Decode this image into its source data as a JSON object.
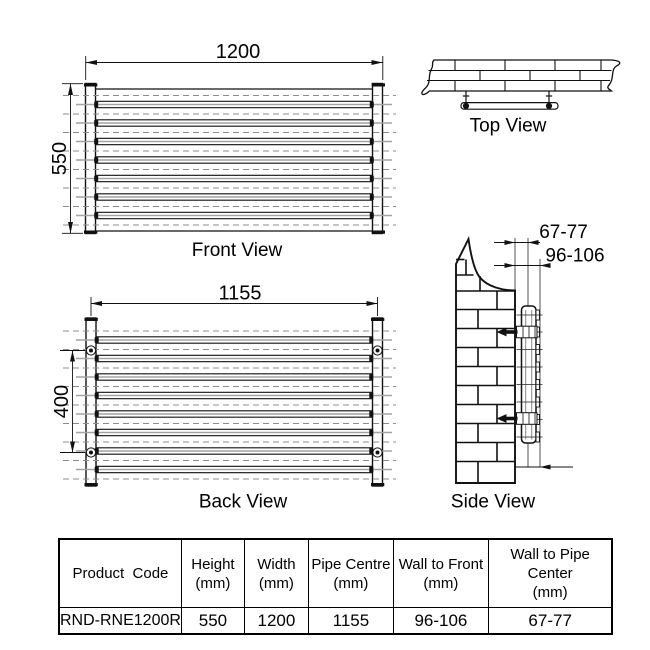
{
  "drawing": {
    "front": {
      "label": "Front View",
      "width_dim": "1200",
      "height_dim": "550"
    },
    "top": {
      "label": "Top View"
    },
    "back": {
      "label": "Back View",
      "pipe_centre_dim": "1155",
      "bracket_dim": "400"
    },
    "side": {
      "label": "Side View",
      "wall_to_pipe_dim": "67-77",
      "wall_to_front_dim": "96-106"
    }
  },
  "table": {
    "headers": [
      {
        "l1": "Product  Code"
      },
      {
        "l1": "Height",
        "l2": "(mm)"
      },
      {
        "l1": "Width",
        "l2": "(mm)"
      },
      {
        "l1": "Pipe Centre",
        "l2": "(mm)"
      },
      {
        "l1": "Wall to Front",
        "l2": "(mm)"
      },
      {
        "l1": "Wall to Pipe",
        "l2": "Center",
        "l3": "(mm)"
      }
    ],
    "row": {
      "product_code": "RND-RNE1200R",
      "height": "550",
      "width": "1200",
      "pipe_centre": "1155",
      "wall_to_front": "96-106",
      "wall_to_pipe_center": "67-77"
    }
  },
  "colors": {
    "line": "#111111",
    "hidden_line_gray": "#8c8c8c",
    "centerline_gray": "#a3a3a3"
  }
}
